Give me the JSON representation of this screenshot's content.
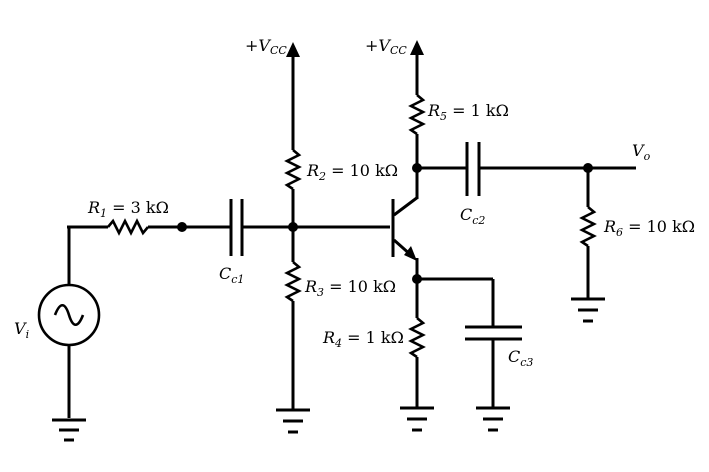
{
  "components": {
    "vcc_left": {
      "prefix": "+",
      "main": "V",
      "sub": "CC"
    },
    "vcc_right": {
      "prefix": "+",
      "main": "V",
      "sub": "CC"
    },
    "r1": {
      "name": "R",
      "sub": "1",
      "value": " = 3 kΩ"
    },
    "r2": {
      "name": "R",
      "sub": "2",
      "value": " = 10 kΩ"
    },
    "r3": {
      "name": "R",
      "sub": "3",
      "value": " = 10 kΩ"
    },
    "r4": {
      "name": "R",
      "sub": "4",
      "value": " = 1 kΩ"
    },
    "r5": {
      "name": "R",
      "sub": "5",
      "value": " = 1 kΩ"
    },
    "r6": {
      "name": "R",
      "sub": "6",
      "value": " = 10 kΩ"
    },
    "cc1": {
      "name": "C",
      "sub": "c1"
    },
    "cc2": {
      "name": "C",
      "sub": "c2"
    },
    "cc3": {
      "name": "C",
      "sub": "c3"
    },
    "vi": {
      "name": "V",
      "sub": "i"
    },
    "vo": {
      "name": "V",
      "sub": "o"
    }
  }
}
